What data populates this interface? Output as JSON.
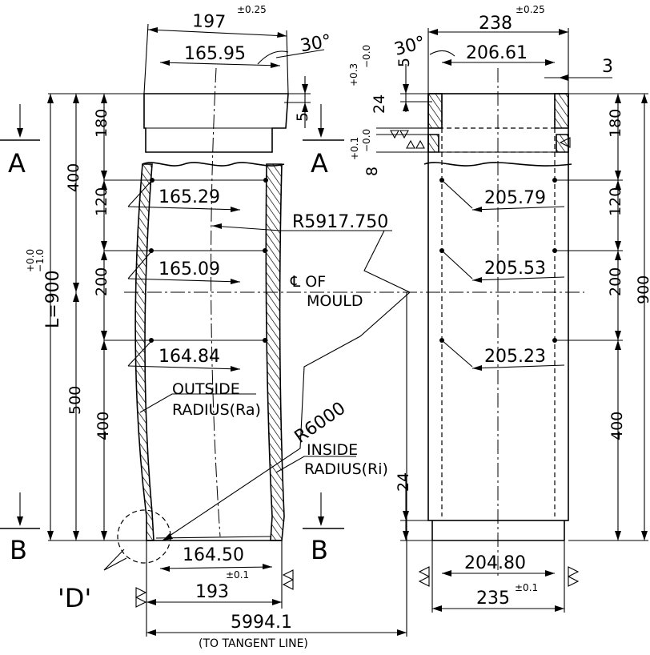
{
  "left_view": {
    "top_width": "197",
    "top_width_tol": "±0.25",
    "angle": "30°",
    "top_inner": "165.95",
    "chamfer": "5",
    "w1": "165.29",
    "w2": "165.09",
    "w3": "164.84",
    "bottom_inner": "164.50",
    "bottom_width": "193",
    "bottom_width_tol": "±0.1",
    "dim_180": "180",
    "dim_120": "120",
    "dim_200": "200",
    "dim_400_lower": "400",
    "dim_400_upper": "400",
    "dim_500": "500",
    "length": "L=900",
    "length_tol_top": "+0.0",
    "length_tol_bot": "−1.0",
    "r_center": "R5917.750",
    "cl_label_1": "℄ OF",
    "cl_label_2": "MOULD",
    "outside_1": "OUTSIDE",
    "outside_2": "RADIUS(Ra)",
    "inside_1": "INSIDE",
    "inside_2": "RADIUS(Ri)",
    "r_inside": "R6000",
    "detail": "'D'",
    "tangent": "5994.1",
    "tangent_note": "(TO TANGENT LINE)"
  },
  "sections": {
    "a": "A",
    "b": "B"
  },
  "right_view": {
    "top_width": "238",
    "top_width_tol": "±0.25",
    "angle": "30°",
    "chamfer": "5",
    "top_inner": "206.61",
    "gap": "3",
    "d24": "24",
    "d24_tol_top": "+0.3",
    "d24_tol_bot": "−0.0",
    "d8": "8",
    "d8_tol_top": "+0.1",
    "d8_tol_bot": "−0.0",
    "w1": "205.79",
    "w2": "205.53",
    "w3": "205.23",
    "bottom_inner": "204.80",
    "bottom_width": "235",
    "bottom_width_tol": "±0.1",
    "dim_180": "180",
    "dim_120": "120",
    "dim_200": "200",
    "dim_400": "400",
    "dim_24": "24",
    "dim_900": "900"
  }
}
